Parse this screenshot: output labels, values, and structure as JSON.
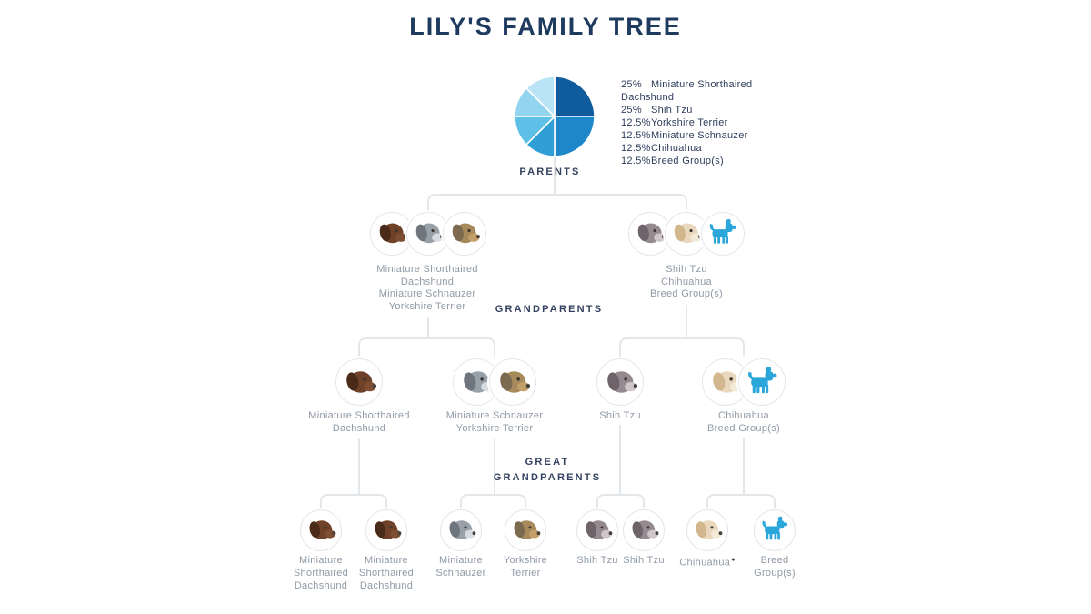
{
  "title": "LILY'S FAMILY TREE",
  "sections": {
    "parents": "PARENTS",
    "grandparents": "GRANDPARENTS",
    "great_grandparents": "GREAT\nGRANDPARENTS"
  },
  "chart_data": {
    "type": "pie",
    "start_angle_deg": 0,
    "direction": "clockwise",
    "legend_position": "right",
    "slices": [
      {
        "label": "Miniature Shorthaired Dachshund",
        "value": 25,
        "pct_label": "25%",
        "color": "#0e5c9e"
      },
      {
        "label": "Shih Tzu",
        "value": 25,
        "pct_label": "25%",
        "color": "#1e87c9"
      },
      {
        "label": "Yorkshire Terrier",
        "value": 12.5,
        "pct_label": "12.5%",
        "color": "#2f9fd6"
      },
      {
        "label": "Miniature Schnauzer",
        "value": 12.5,
        "pct_label": "12.5%",
        "color": "#5fc0e7"
      },
      {
        "label": "Chihuahua",
        "value": 12.5,
        "pct_label": "12.5%",
        "color": "#93d4ef"
      },
      {
        "label": "Breed Group(s)",
        "value": 12.5,
        "pct_label": "12.5%",
        "color": "#b9e4f6"
      }
    ]
  },
  "tree": {
    "parents": [
      {
        "photos": [
          "dachshund",
          "schnauzer",
          "yorkie"
        ],
        "label": "Miniature Shorthaired\nDachshund\nMiniature Schnauzer\nYorkshire Terrier"
      },
      {
        "photos": [
          "shihtzu",
          "chihuahua",
          "breed-group-icon"
        ],
        "label": "Shih Tzu\nChihuahua\nBreed Group(s)"
      }
    ],
    "grandparents": [
      {
        "photos": [
          "dachshund"
        ],
        "label": "Miniature Shorthaired\nDachshund"
      },
      {
        "photos": [
          "schnauzer",
          "yorkie"
        ],
        "label": "Miniature Schnauzer\nYorkshire Terrier"
      },
      {
        "photos": [
          "shihtzu"
        ],
        "label": "Shih Tzu"
      },
      {
        "photos": [
          "chihuahua",
          "breed-group-icon"
        ],
        "label": "Chihuahua\nBreed Group(s)"
      }
    ],
    "great_grandparents": [
      {
        "photos": [
          "dachshund"
        ],
        "label": "Miniature\nShorthaired\nDachshund"
      },
      {
        "photos": [
          "dachshund"
        ],
        "label": "Miniature\nShorthaired\nDachshund"
      },
      {
        "photos": [
          "schnauzer"
        ],
        "label": "Miniature\nSchnauzer"
      },
      {
        "photos": [
          "yorkie"
        ],
        "label": "Yorkshire\nTerrier"
      },
      {
        "photos": [
          "shihtzu"
        ],
        "label": "Shih Tzu"
      },
      {
        "photos": [
          "shihtzu"
        ],
        "label": "Shih Tzu"
      },
      {
        "photos": [
          "chihuahua"
        ],
        "label": "Chihuahua",
        "marker": "●"
      },
      {
        "photos": [
          "breed-group-icon"
        ],
        "label": "Breed\nGroup(s)"
      }
    ]
  },
  "colors": {
    "title_navy": "#1e3a5f",
    "section_navy": "#33415f",
    "breed_label_gray": "#8f9aa6",
    "connector_gray": "#e4e7ea",
    "accent_blue": "#2aa6db"
  }
}
